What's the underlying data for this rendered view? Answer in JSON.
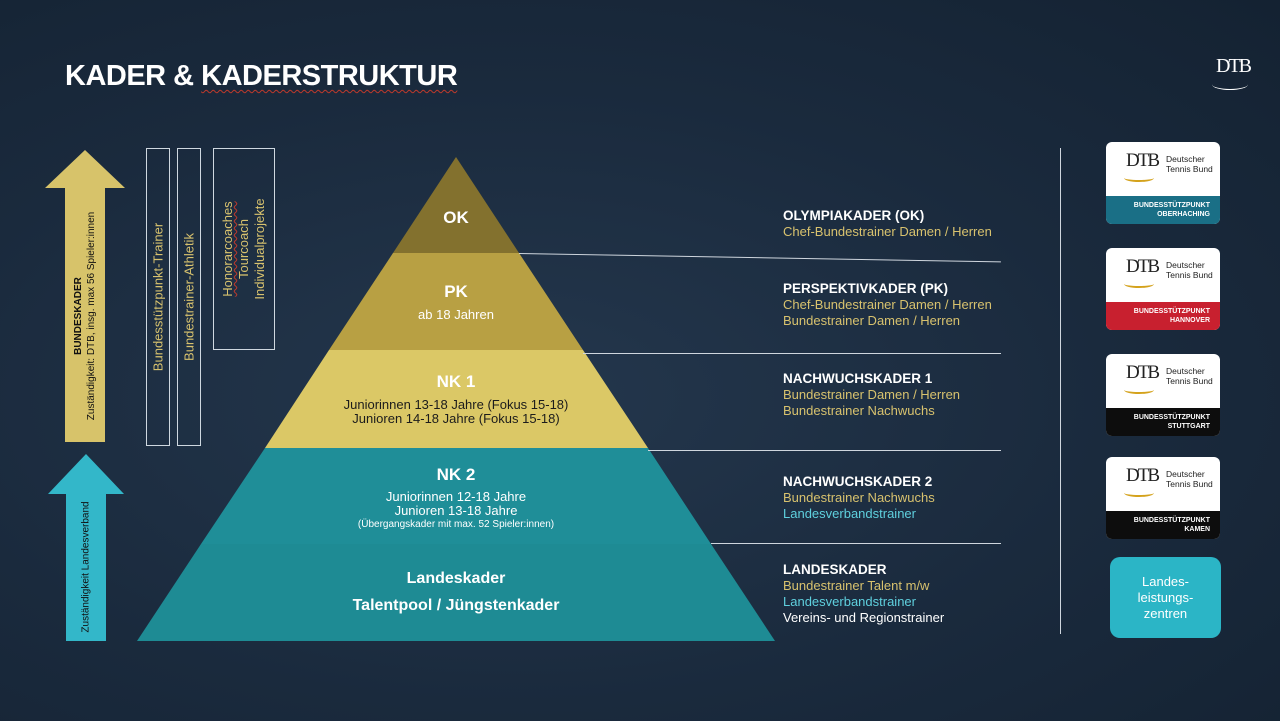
{
  "title": {
    "part1": "KADER & ",
    "part2": "KADERSTRUKTUR"
  },
  "corner_logo": "DTB",
  "arrows": {
    "bund": {
      "line1": "BUNDESKADER",
      "line2": "Zuständigkeit: DTB, insg. max 56 Spieler:innen",
      "color": "#d7c36a"
    },
    "landes": {
      "line1": "Zuständigkeit Landesverband",
      "color": "#33b7c9"
    }
  },
  "vboxes": {
    "stuetzpunkt": "Bundesstützpunkt-Trainer",
    "athletik": "Bundestrainer-Athletik",
    "honorar": {
      "line1": "Honorarcoaches",
      "line2": "Tourcoach",
      "line3": "Individualprojekte"
    }
  },
  "pyramid": {
    "colors": [
      "#83712e",
      "#b8a043",
      "#dbc866",
      "#1f8e98",
      "#1e8b94"
    ],
    "ok": {
      "title": "OK"
    },
    "pk": {
      "title": "PK",
      "sub": "ab 18 Jahren"
    },
    "nk1": {
      "title": "NK 1",
      "sub1": "Juniorinnen 13-18 Jahre (Fokus 15-18)",
      "sub2": "Junioren 14-18 Jahre (Fokus 15-18)"
    },
    "nk2": {
      "title": "NK 2",
      "sub1": "Juniorinnen 12-18 Jahre",
      "sub2": "Junioren 13-18 Jahre",
      "sub3": "(Übergangskader mit max. 52 Spieler:innen)"
    },
    "landes": {
      "line1": "Landeskader",
      "line2": "Talentpool / Jüngstenkader"
    }
  },
  "right": {
    "ok": {
      "head": "OLYMPIAKADER (OK)",
      "l1": "Chef-Bundestrainer Damen / Herren"
    },
    "pk": {
      "head": "PERSPEKTIVKADER (PK)",
      "l1": "Chef-Bundestrainer Damen / Herren",
      "l2": "Bundestrainer Damen / Herren"
    },
    "nk1": {
      "head": "NACHWUCHSKADER 1",
      "l1": "Bundestrainer Damen / Herren",
      "l2": "Bundestrainer Nachwuchs"
    },
    "nk2": {
      "head": "NACHWUCHSKADER 2",
      "l1": "Bundestrainer Nachwuchs",
      "l2": "Landesverbandstrainer"
    },
    "landes": {
      "head": "LANDESKADER",
      "l1": "Bundestrainer Talent m/w",
      "l2": "Landesverbandstrainer",
      "l3": "Vereins- und Regionstrainer"
    }
  },
  "badges": [
    {
      "logo": "DTB",
      "name1": "Deutscher",
      "name2": "Tennis Bund",
      "band1": "BUNDESSTÜTZPUNKT",
      "band2": "OBERHACHING",
      "color": "#1a6f86"
    },
    {
      "logo": "DTB",
      "name1": "Deutscher",
      "name2": "Tennis Bund",
      "band1": "BUNDESSTÜTZPUNKT",
      "band2": "HANNOVER",
      "color": "#c8202f"
    },
    {
      "logo": "DTB",
      "name1": "Deutscher",
      "name2": "Tennis Bund",
      "band1": "BUNDESSTÜTZPUNKT",
      "band2": "STUTTGART",
      "color": "#0d0d0d"
    },
    {
      "logo": "DTB",
      "name1": "Deutscher",
      "name2": "Tennis Bund",
      "band1": "BUNDESSTÜTZPUNKT",
      "band2": "KAMEN",
      "color": "#0d0d0d"
    }
  ],
  "lz": {
    "l1": "Landes-",
    "l2": "leistungs-",
    "l3": "zentren"
  }
}
